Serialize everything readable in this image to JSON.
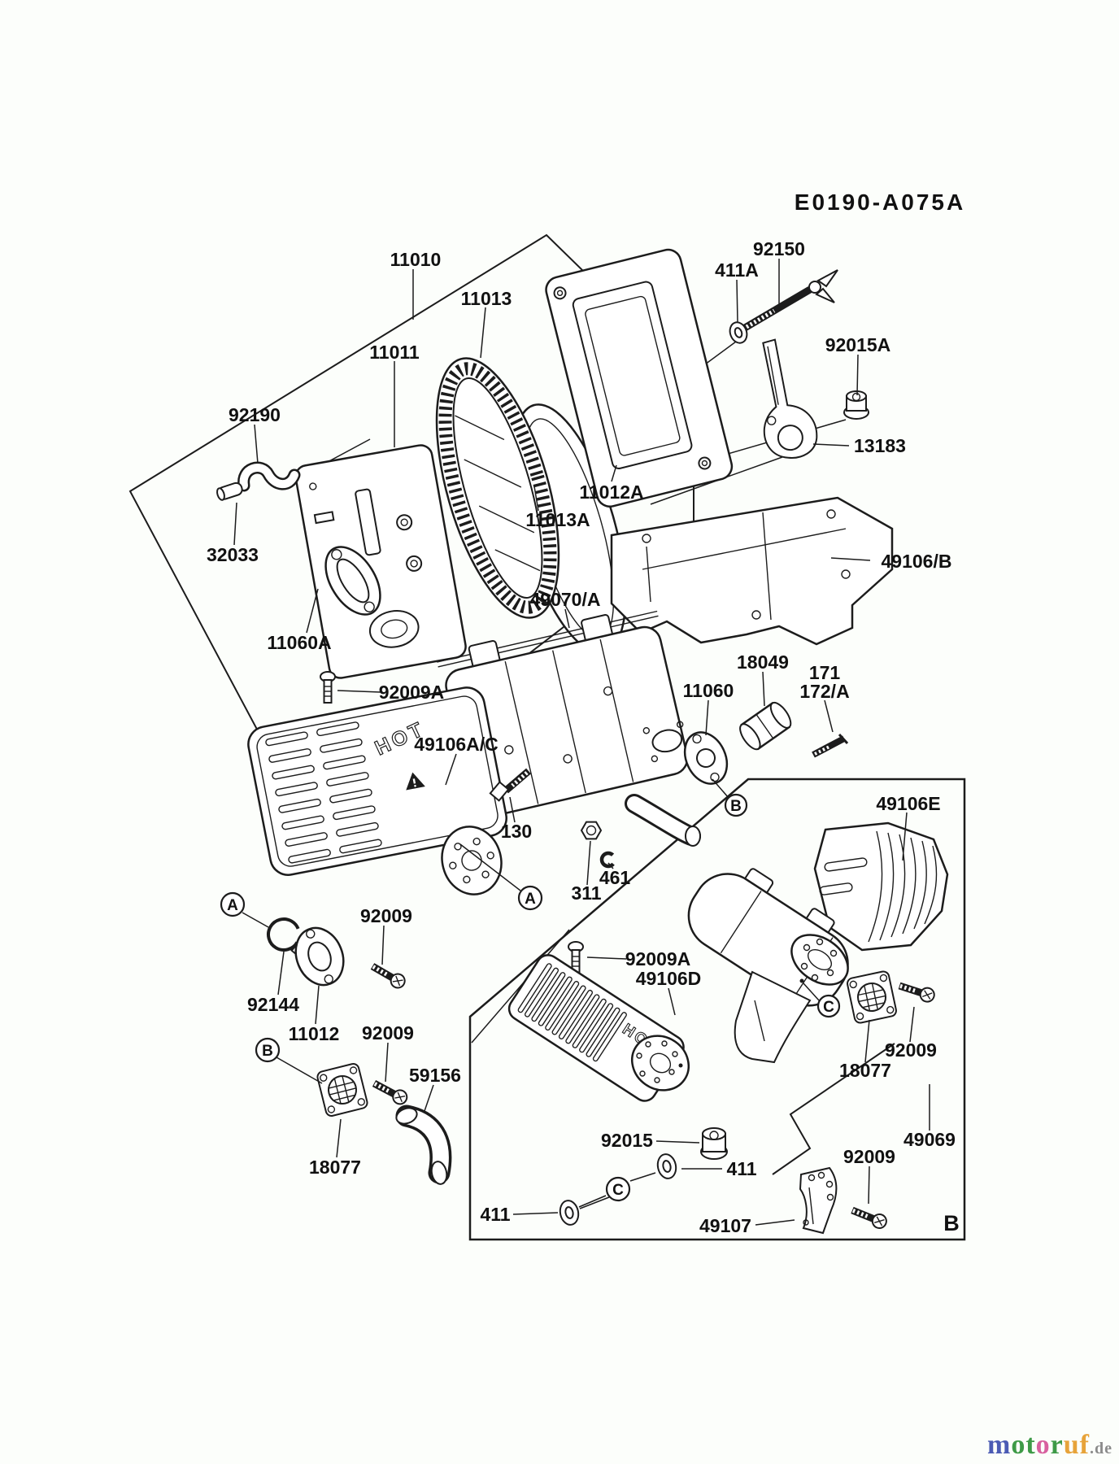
{
  "page": {
    "background": "#fcfefb"
  },
  "diagram": {
    "title": "E0190-A075A",
    "panel_letter": "B",
    "hot_marking": "HOT",
    "part_labels": [
      "11010",
      "11013",
      "11011",
      "92190",
      "92150",
      "411A",
      "92015A",
      "13183",
      "32033",
      "11012A",
      "11013A",
      "49106/B",
      "11060A",
      "49070/A",
      "18049",
      "171",
      "172/A",
      "92009A",
      "11060",
      "49106A/C",
      "130",
      "461",
      "311",
      "92009",
      "92144",
      "11012",
      "92009",
      "59156",
      "18077",
      "49106E",
      "92009A",
      "49106D",
      "92009",
      "18077",
      "49069",
      "92015",
      "411",
      "411",
      "49107",
      "92009"
    ],
    "reference_markers": [
      "A",
      "A",
      "B",
      "B",
      "C",
      "C"
    ]
  },
  "watermark": {
    "letters": [
      {
        "ch": "m",
        "color": "#4b5bb4"
      },
      {
        "ch": "o",
        "color": "#3e9a47"
      },
      {
        "ch": "t",
        "color": "#3e9a47"
      },
      {
        "ch": "o",
        "color": "#d8609f"
      },
      {
        "ch": "r",
        "color": "#3e9a47"
      },
      {
        "ch": "u",
        "color": "#e7a33a"
      },
      {
        "ch": "f",
        "color": "#e7a33a"
      }
    ],
    "suffix": ".de",
    "suffix_color": "#8b8b8b"
  }
}
